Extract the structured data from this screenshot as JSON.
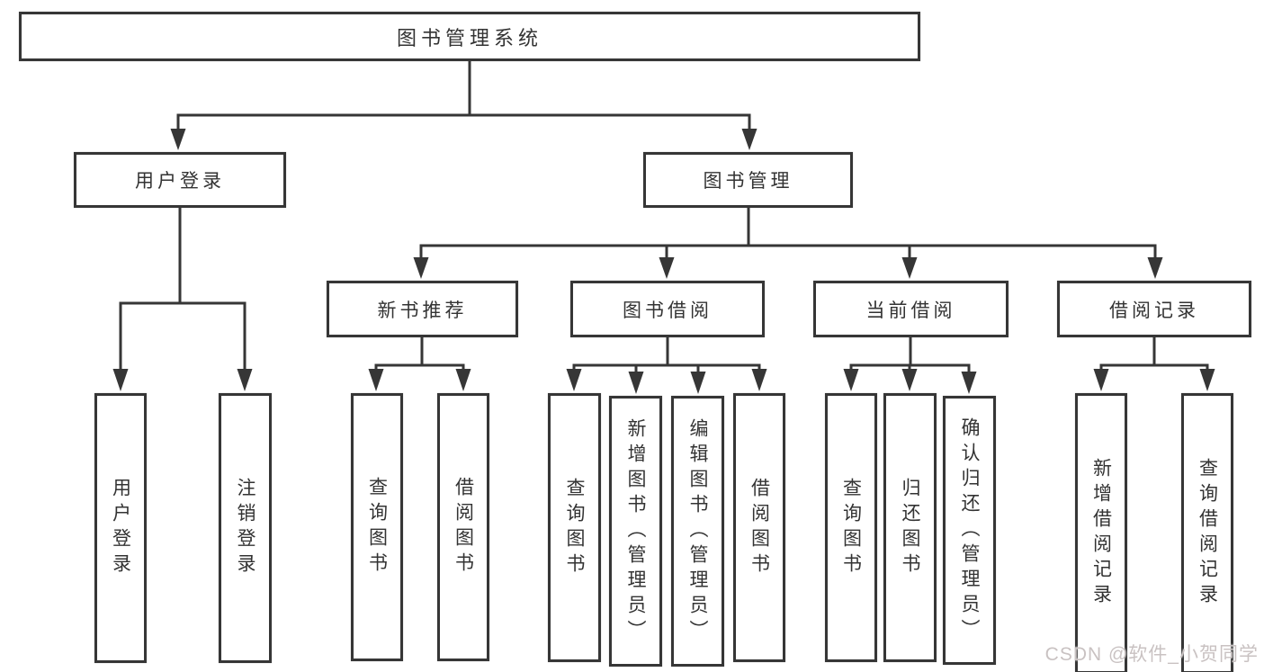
{
  "tree": {
    "label": "图书管理系统",
    "children": [
      {
        "label": "用户登录",
        "children": [
          {
            "label": "用户登录"
          },
          {
            "label": "注销登录"
          }
        ]
      },
      {
        "label": "图书管理",
        "children": [
          {
            "label": "新书推荐",
            "children": [
              {
                "label": "查询图书"
              },
              {
                "label": "借阅图书"
              }
            ]
          },
          {
            "label": "图书借阅",
            "children": [
              {
                "label": "查询图书"
              },
              {
                "label": "新增图书（管理员）"
              },
              {
                "label": "编辑图书（管理员）"
              },
              {
                "label": "借阅图书"
              }
            ]
          },
          {
            "label": "当前借阅",
            "children": [
              {
                "label": "查询图书"
              },
              {
                "label": "归还图书"
              },
              {
                "label": "确认归还（管理员）"
              }
            ]
          },
          {
            "label": "借阅记录",
            "children": [
              {
                "label": "新增借阅记录"
              },
              {
                "label": "查询借阅记录"
              }
            ]
          }
        ]
      }
    ]
  },
  "watermark": {
    "text": "CSDN @软件_小贺同学"
  },
  "colors": {
    "line": "#363636",
    "box_border": "#363636",
    "box_fill": "#ffffff",
    "text": "#333333",
    "background": "#ffffff",
    "watermark": "#c9c2c2"
  }
}
